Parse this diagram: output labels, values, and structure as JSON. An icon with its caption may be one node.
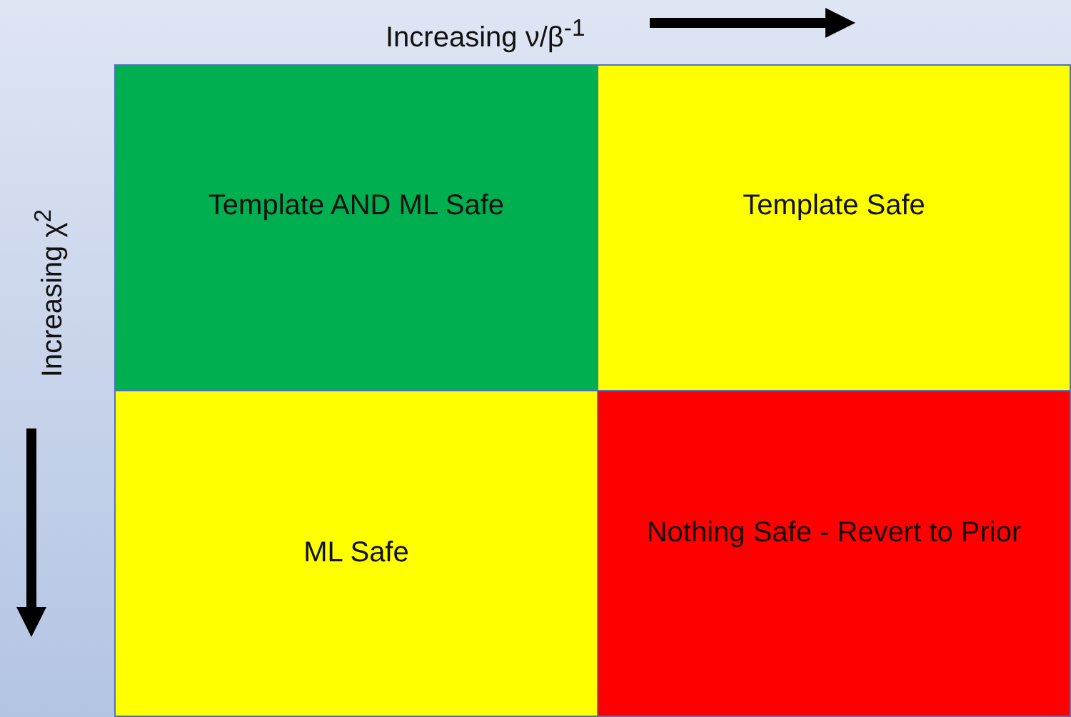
{
  "diagram": {
    "nodes": [
      {
        "text": [
          "Template AND ML Safe"
        ]
      },
      {
        "text": [
          "Template Safe"
        ]
      },
      {
        "text": [
          "ML Safe"
        ]
      },
      {
        "text": [
          "Nothing Safe - Revert to Prior"
        ]
      }
    ],
    "labels": [
      "Increasing ν/β$^{-1}$",
      "Increasing χ$^{2}$"
    ]
  }
}
